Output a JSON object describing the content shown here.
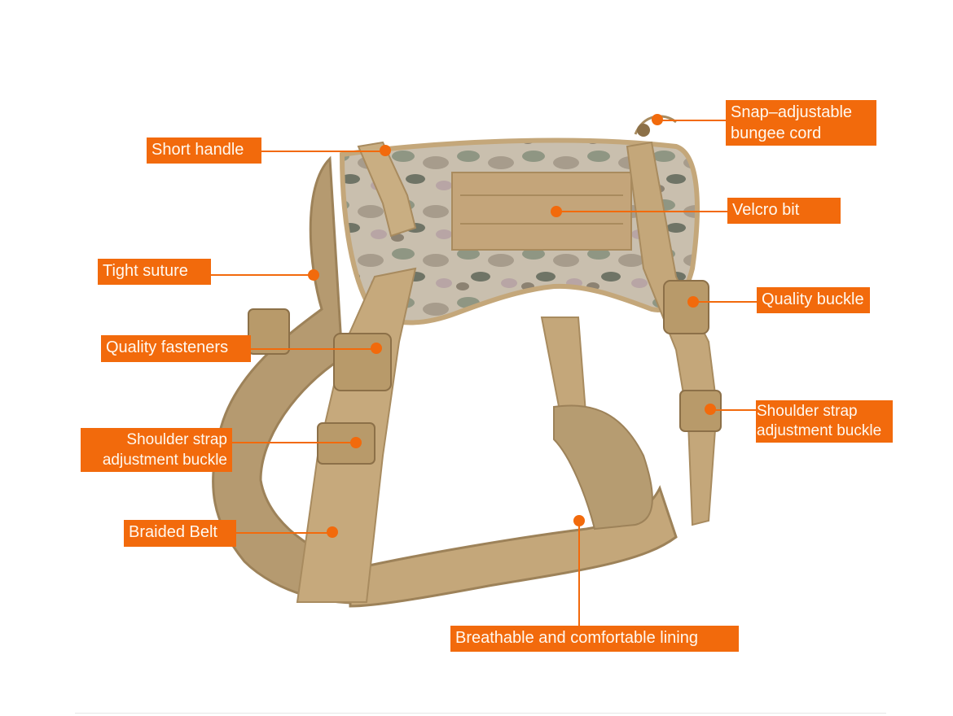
{
  "image": {
    "subject": "tactical dog harness (camouflage with tan straps)",
    "colors": {
      "label_bg": "#f26a0c",
      "label_text": "#fff8ef",
      "strap_tan": "#c4a77a",
      "background": "#ffffff"
    }
  },
  "callouts": [
    {
      "id": "snap-bungee",
      "lines": [
        "Snap–adjustable",
        "bungee cord"
      ]
    },
    {
      "id": "short-handle",
      "lines": [
        "Short handle"
      ]
    },
    {
      "id": "velcro-bit",
      "lines": [
        "Velcro bit"
      ]
    },
    {
      "id": "tight-suture",
      "lines": [
        "Tight suture"
      ]
    },
    {
      "id": "quality-buckle",
      "lines": [
        "Quality buckle"
      ]
    },
    {
      "id": "quality-fasteners",
      "lines": [
        "Quality fasteners"
      ]
    },
    {
      "id": "shoulder-strap-right",
      "lines": [
        "Shoulder strap",
        "adjustment buckle"
      ]
    },
    {
      "id": "shoulder-strap-left",
      "lines": [
        "Shoulder strap",
        "adjustment buckle"
      ]
    },
    {
      "id": "braided-belt",
      "lines": [
        "Braided Belt"
      ]
    },
    {
      "id": "breathable-lining",
      "lines": [
        "Breathable and comfortable lining"
      ]
    }
  ]
}
